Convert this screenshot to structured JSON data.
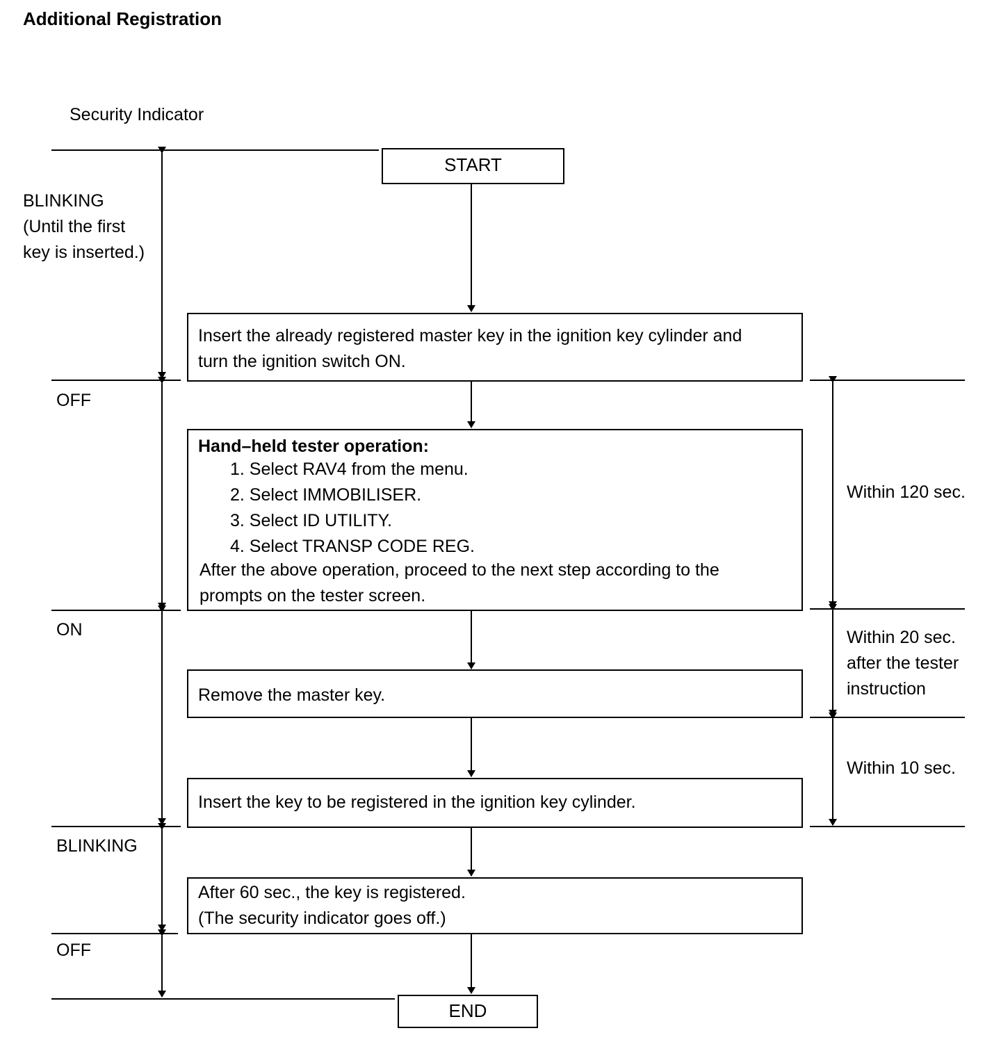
{
  "title": "Additional Registration",
  "indicator_header": "Security Indicator",
  "states": {
    "blinking_first": "BLINKING\n(Until the first\nkey is inserted.)",
    "off_1": "OFF",
    "on": "ON",
    "blinking_2": "BLINKING",
    "off_2": "OFF"
  },
  "flow": {
    "start": "START",
    "step1": "Insert the already registered master key in the ignition key cylinder and\nturn the ignition switch ON.",
    "step2": {
      "heading": "Hand–held tester operation:",
      "items": [
        "1. Select RAV4 from the menu.",
        "2. Select IMMOBILISER.",
        "3. Select ID UTILITY.",
        "4. Select TRANSP CODE REG."
      ],
      "after": "After the above operation, proceed to the next step according to the\nprompts on the tester screen."
    },
    "step3": "Remove the master key.",
    "step4": "Insert the key to be registered in the ignition key cylinder.",
    "step5": "After 60 sec., the key is registered.\n(The security indicator goes off.)",
    "end": "END"
  },
  "timing": {
    "t1": "Within 120 sec.",
    "t2": "Within 20 sec.\nafter the tester\ninstruction",
    "t3": "Within 10 sec."
  }
}
